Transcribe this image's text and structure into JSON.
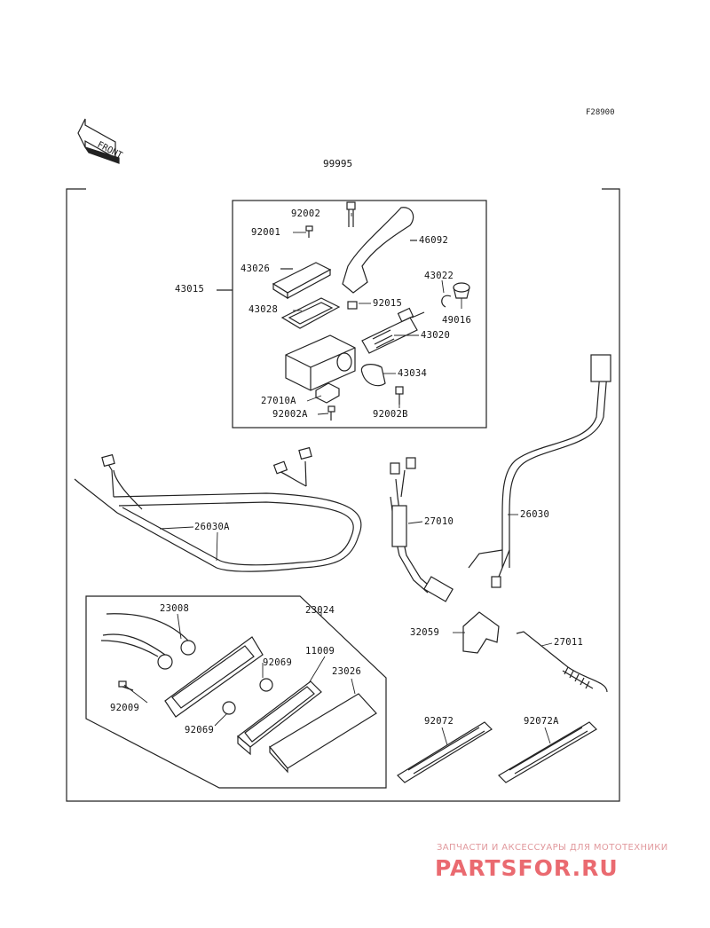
{
  "header": {
    "figure_code": "F28900",
    "front_label": "FRONT",
    "assembly_number": "99995"
  },
  "callouts": {
    "c92002": "92002",
    "c92001": "92001",
    "c46092": "46092",
    "c43026": "43026",
    "c43015": "43015",
    "c43022": "43022",
    "c92015": "92015",
    "c43028": "43028",
    "c49016": "49016",
    "c43020": "43020",
    "c43034": "43034",
    "c27010A": "27010A",
    "c92002A": "92002A",
    "c92002B": "92002B",
    "c26030A": "26030A",
    "c27010": "27010",
    "c26030": "26030",
    "c23008": "23008",
    "c23024": "23024",
    "c11009": "11009",
    "c92069a": "92069",
    "c23026": "23026",
    "c92009": "92009",
    "c92069b": "92069",
    "c32059": "32059",
    "c27011": "27011",
    "c92072": "92072",
    "c92072A": "92072A"
  },
  "watermark": {
    "tagline": "ЗАПЧАСТИ И АКСЕССУАРЫ ДЛЯ МОТОТЕХНИКИ",
    "brand": "PARTSFOR.RU"
  },
  "colors": {
    "line": "#222222",
    "watermark_light": "#e1999d",
    "watermark_dark": "#ea6a70"
  }
}
